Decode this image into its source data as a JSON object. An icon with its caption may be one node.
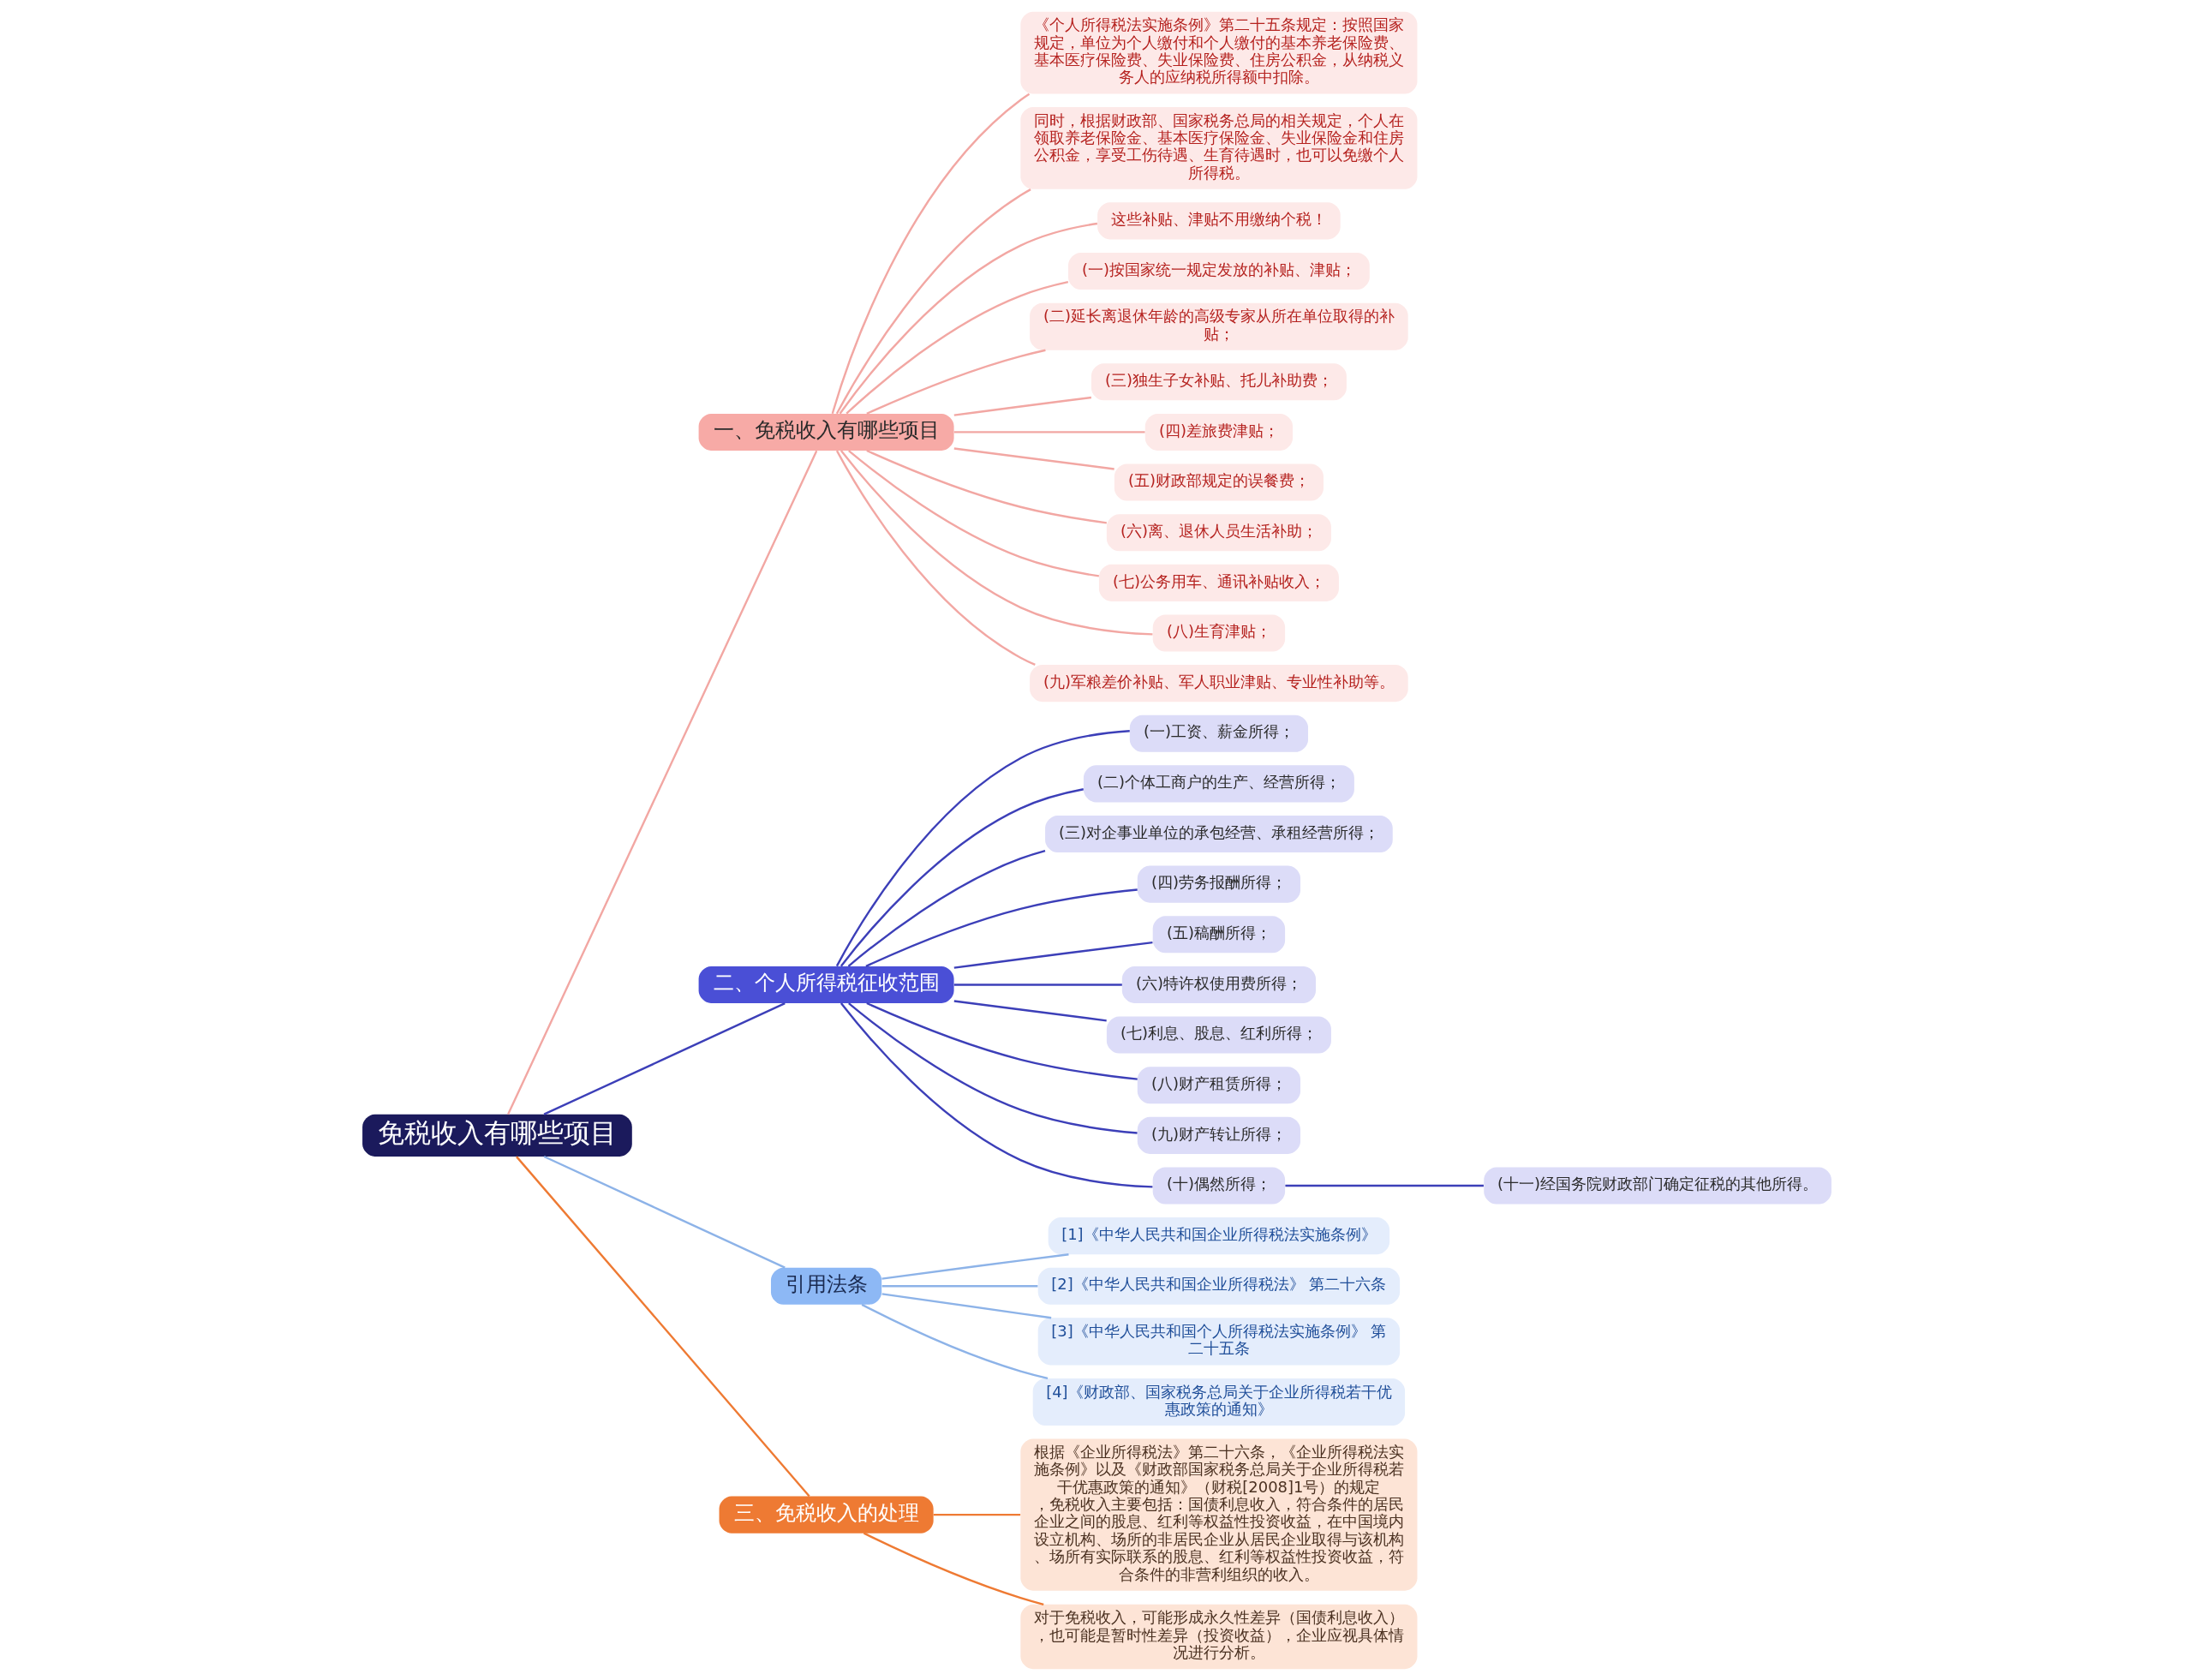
{
  "diagram": {
    "nodes": [
      {
        "text": [
          "免税收入有哪些项目"
        ]
      },
      {
        "text": [
          "一、免税收入有哪些项目"
        ]
      },
      {
        "text": [
          "《个人所得税法实施条例》第二十五条规定：按照国家规定，单位为个人缴付和个人缴付的基本养老保险费、基本医疗保险费、失业保险费、住房公积金，从纳税义务人的应纳税所得额中扣除。"
        ]
      },
      {
        "text": [
          "同时，根据财政部、国家税务总局的相关规定，个人在领取养老保险金、基本医疗保险金、失业保险金和住房公积金，享受工伤待遇、生育待遇时，也可以免缴个人所得税。"
        ]
      },
      {
        "text": [
          "这些补贴、津贴不用缴纳个税！"
        ]
      },
      {
        "text": [
          "(一)按国家统一规定发放的补贴、津贴；"
        ]
      },
      {
        "text": [
          "(二)延长离退休年龄的高级专家从所在单位取得的补贴；"
        ]
      },
      {
        "text": [
          "(三)独生子女补贴、托儿补助费；"
        ]
      },
      {
        "text": [
          "(四)差旅费津贴；"
        ]
      },
      {
        "text": [
          "(五)财政部规定的误餐费；"
        ]
      },
      {
        "text": [
          "(六)离、退休人员生活补助；"
        ]
      },
      {
        "text": [
          "(七)公务用车、通讯补贴收入；"
        ]
      },
      {
        "text": [
          "(八)生育津贴；"
        ]
      },
      {
        "text": [
          "(九)军粮差价补贴、军人职业津贴、专业性补助等。"
        ]
      },
      {
        "text": [
          "二、个人所得税征收范围"
        ]
      },
      {
        "text": [
          "(一)工资、薪金所得；"
        ]
      },
      {
        "text": [
          "(二)个体工商户的生产、经营所得；"
        ]
      },
      {
        "text": [
          "(三)对企事业单位的承包经营、承租经营所得；"
        ]
      },
      {
        "text": [
          "(四)劳务报酬所得；"
        ]
      },
      {
        "text": [
          "(五)稿酬所得；"
        ]
      },
      {
        "text": [
          "(六)特许权使用费所得；"
        ]
      },
      {
        "text": [
          "(七)利息、股息、红利所得；"
        ]
      },
      {
        "text": [
          "(八)财产租赁所得；"
        ]
      },
      {
        "text": [
          "(九)财产转让所得；"
        ]
      },
      {
        "text": [
          "(十)偶然所得；"
        ]
      },
      {
        "text": [
          "(十一)经国务院财政部门确定征税的其他所得。"
        ]
      },
      {
        "text": [
          "引用法条"
        ]
      },
      {
        "text": [
          "[1]《中华人民共和国企业所得税法实施条例》"
        ]
      },
      {
        "text": [
          "[2]《中华人民共和国企业所得税法》 第二十六条"
        ]
      },
      {
        "text": [
          "[3]《中华人民共和国个人所得税法实施条例》 第二十五条"
        ]
      },
      {
        "text": [
          "[4]《财政部、国家税务总局关于企业所得税若干优惠政策的通知》"
        ]
      },
      {
        "text": [
          "三、免税收入的处理"
        ]
      },
      {
        "text": [
          "根据《企业所得税法》第二十六条，《企业所得税法实施条例》以及《财政部国家税务总局关于企业所得税若干优惠政策的通知》（财税[2008]1号）的规定，免税收入主要包括：国债利息收入，符合条件的居民企业之间的股息、红利等权益性投资收益，在中国境内设立机构、场所的非居民企业从居民企业取得与该机构、场所有实际联系的股息、红利等权益性投资收益，符合条件的非营利组织的收入。"
        ]
      },
      {
        "text": [
          "对于免税收入，可能形成永久性差异（国债利息收入），也可能是暂时性差异（投资收益），企业应视具体情况进行分析。"
        ]
      }
    ],
    "edges": [
      {
        "from": 0,
        "to": 1,
        "arrow": "none",
        "color": "#f2a7a3"
      },
      {
        "from": 1,
        "to": 2,
        "arrow": "none",
        "color": "#f2a7a3"
      },
      {
        "from": 1,
        "to": 3,
        "arrow": "none",
        "color": "#f2a7a3"
      },
      {
        "from": 1,
        "to": 4,
        "arrow": "none",
        "color": "#f2a7a3"
      },
      {
        "from": 1,
        "to": 5,
        "arrow": "none",
        "color": "#f2a7a3"
      },
      {
        "from": 1,
        "to": 6,
        "arrow": "none",
        "color": "#f2a7a3"
      },
      {
        "from": 1,
        "to": 7,
        "arrow": "none",
        "color": "#f2a7a3"
      },
      {
        "from": 1,
        "to": 8,
        "arrow": "none",
        "color": "#f2a7a3"
      },
      {
        "from": 1,
        "to": 9,
        "arrow": "none",
        "color": "#f2a7a3"
      },
      {
        "from": 1,
        "to": 10,
        "arrow": "none",
        "color": "#f2a7a3"
      },
      {
        "from": 1,
        "to": 11,
        "arrow": "none",
        "color": "#f2a7a3"
      },
      {
        "from": 1,
        "to": 12,
        "arrow": "none",
        "color": "#f2a7a3"
      },
      {
        "from": 1,
        "to": 13,
        "arrow": "none",
        "color": "#f2a7a3"
      },
      {
        "from": 0,
        "to": 14,
        "arrow": "none",
        "color": "#3c3fb8"
      },
      {
        "from": 14,
        "to": 15,
        "arrow": "none",
        "color": "#3c3fb8"
      },
      {
        "from": 14,
        "to": 16,
        "arrow": "none",
        "color": "#3c3fb8"
      },
      {
        "from": 14,
        "to": 17,
        "arrow": "none",
        "color": "#3c3fb8"
      },
      {
        "from": 14,
        "to": 18,
        "arrow": "none",
        "color": "#3c3fb8"
      },
      {
        "from": 14,
        "to": 19,
        "arrow": "none",
        "color": "#3c3fb8"
      },
      {
        "from": 14,
        "to": 20,
        "arrow": "none",
        "color": "#3c3fb8"
      },
      {
        "from": 14,
        "to": 21,
        "arrow": "none",
        "color": "#3c3fb8"
      },
      {
        "from": 14,
        "to": 22,
        "arrow": "none",
        "color": "#3c3fb8"
      },
      {
        "from": 14,
        "to": 23,
        "arrow": "none",
        "color": "#3c3fb8"
      },
      {
        "from": 14,
        "to": 24,
        "arrow": "none",
        "color": "#3c3fb8"
      },
      {
        "from": 24,
        "to": 25,
        "arrow": "none",
        "color": "#3c3fb8"
      },
      {
        "from": 0,
        "to": 26,
        "arrow": "none",
        "color": "#8db3e8"
      },
      {
        "from": 26,
        "to": 27,
        "arrow": "none",
        "color": "#8db3e8"
      },
      {
        "from": 26,
        "to": 28,
        "arrow": "none",
        "color": "#8db3e8"
      },
      {
        "from": 26,
        "to": 29,
        "arrow": "none",
        "color": "#8db3e8"
      },
      {
        "from": 26,
        "to": 30,
        "arrow": "none",
        "color": "#8db3e8"
      },
      {
        "from": 0,
        "to": 31,
        "arrow": "none",
        "color": "#ee7a33"
      },
      {
        "from": 31,
        "to": 32,
        "arrow": "none",
        "color": "#ee7a33"
      },
      {
        "from": 31,
        "to": 33,
        "arrow": "none",
        "color": "#ee7a33"
      }
    ]
  }
}
